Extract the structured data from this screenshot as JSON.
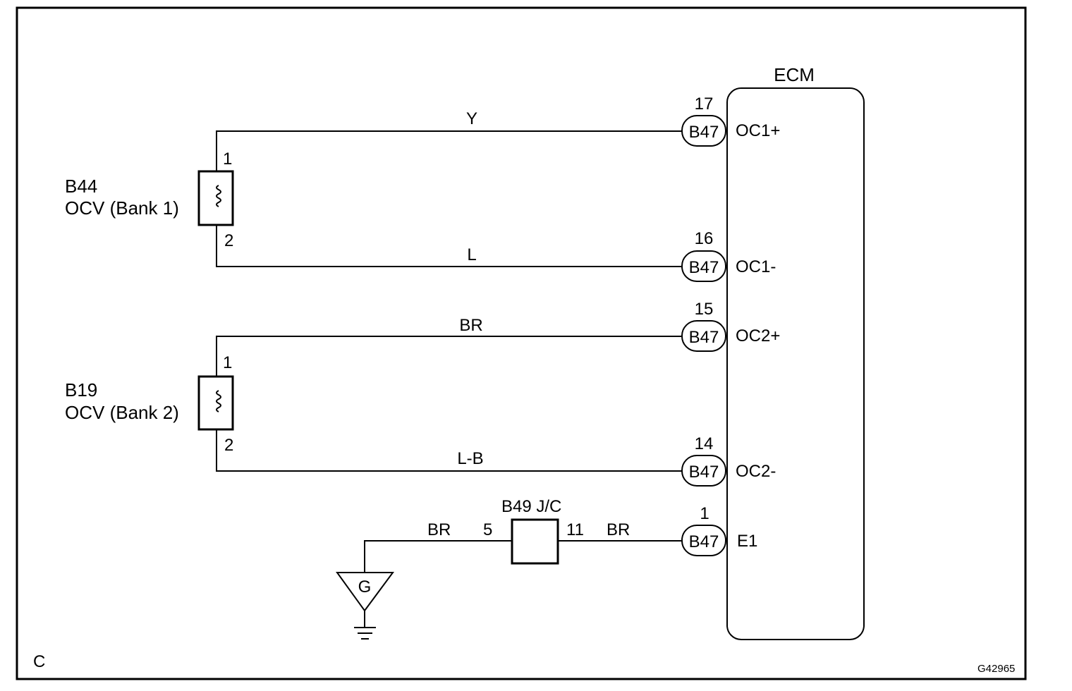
{
  "frame_letter": "C",
  "figure_id": "G42965",
  "ecm": {
    "label": "ECM"
  },
  "components": [
    {
      "id": "B44",
      "name": "OCV (Bank 1)",
      "pin_top": "1",
      "pin_bottom": "2"
    },
    {
      "id": "B19",
      "name": "OCV (Bank 2)",
      "pin_top": "1",
      "pin_bottom": "2"
    }
  ],
  "ecm_pins": [
    {
      "connector": "B47",
      "pin": "17",
      "terminal": "OC1+",
      "wire_color": "Y"
    },
    {
      "connector": "B47",
      "pin": "16",
      "terminal": "OC1-",
      "wire_color": "L"
    },
    {
      "connector": "B47",
      "pin": "15",
      "terminal": "OC2+",
      "wire_color": "BR"
    },
    {
      "connector": "B47",
      "pin": "14",
      "terminal": "OC2-",
      "wire_color": "L-B"
    },
    {
      "connector": "B47",
      "pin": "1",
      "terminal": "E1",
      "wire_color": "BR"
    }
  ],
  "junction": {
    "label": "B49 J/C",
    "pin_left": "5",
    "pin_right": "11",
    "wire_left_color": "BR"
  },
  "ground": {
    "label": "G"
  }
}
